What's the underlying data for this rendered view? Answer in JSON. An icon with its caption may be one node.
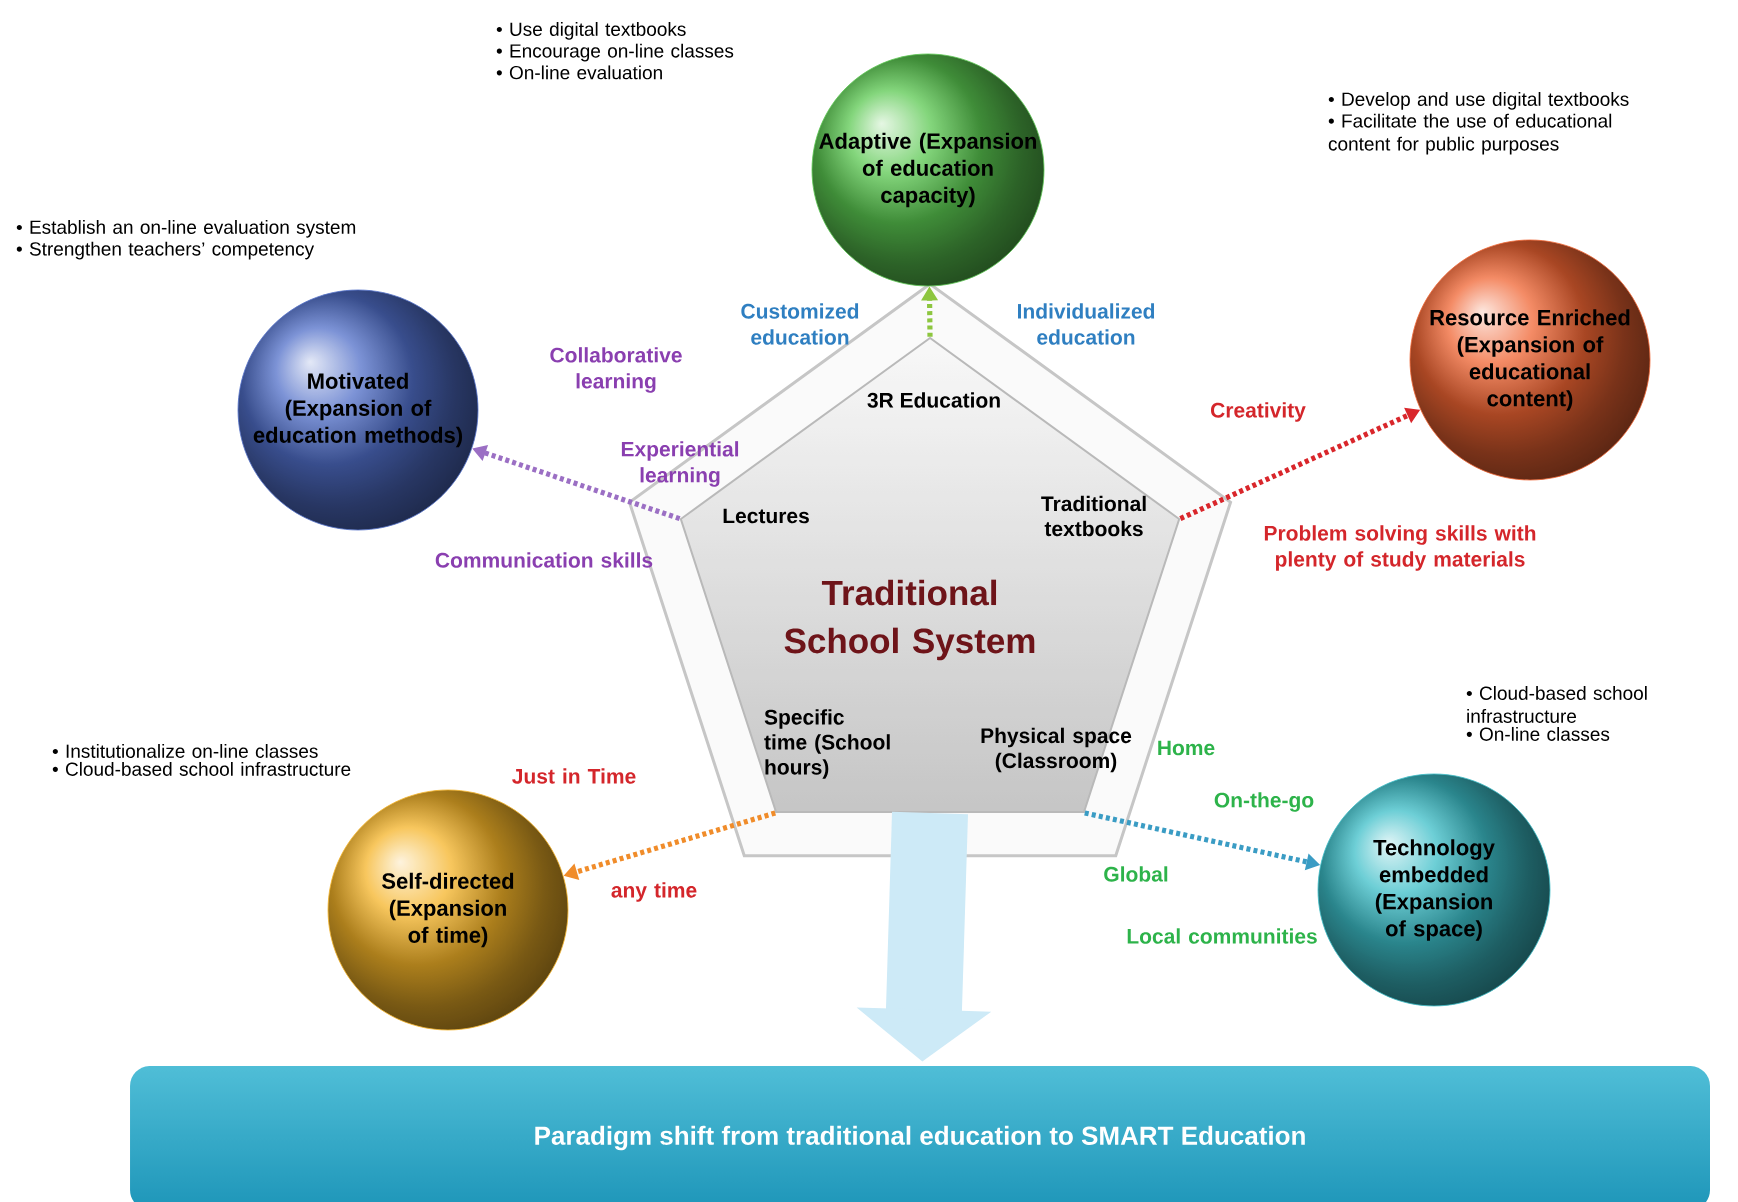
{
  "diagram": {
    "nodes": [
      {
        "text": [
          "3R Education",
          "Lectures",
          "Traditional textbooks",
          "Traditional School System",
          "Specific time (School hours)",
          "Physical space (Classroom)"
        ]
      },
      {
        "text": [
          "Adaptive (Expansion of education capacity)"
        ],
        "beside": [
          "• Use digital textbooks",
          "• Encourage on-line classes",
          "• On-line evaluation"
        ]
      },
      {
        "text": [
          "Motivated (Expansion of education methods)"
        ],
        "beside": [
          "• Establish an on-line evaluation system",
          "• Strengthen teachers’ competency"
        ]
      },
      {
        "text": [
          "Resource Enriched (Expansion of educational content)"
        ],
        "beside": [
          "• Develop and use digital textbooks",
          "• Facilitate the use of educational content for public purposes"
        ]
      },
      {
        "text": [
          "Self-directed (Expansion of time)"
        ],
        "beside": [
          "• Institutionalize on-line classes",
          "• Cloud-based school infrastructure"
        ]
      },
      {
        "text": [
          "Technology embedded (Expansion of space)"
        ],
        "beside": [
          "• Cloud-based school infrastructure",
          "• On-line classes"
        ]
      },
      {
        "text": [
          "Paradigm shift from traditional education to SMART Education"
        ]
      }
    ],
    "edges": [
      {
        "from": 0,
        "to": 1,
        "arrow": "to",
        "style": "dashed",
        "color": "#8dc63f"
      },
      {
        "from": 0,
        "to": 2,
        "arrow": "to",
        "style": "dashed",
        "color": "#9b6fc4"
      },
      {
        "from": 0,
        "to": 3,
        "arrow": "to",
        "style": "dashed",
        "color": "#d9262b"
      },
      {
        "from": 0,
        "to": 4,
        "arrow": "to",
        "style": "dashed",
        "color": "#f08c2a"
      },
      {
        "from": 0,
        "to": 5,
        "arrow": "to",
        "style": "dashed",
        "color": "#3a9cc4"
      },
      {
        "from": 0,
        "to": 6,
        "arrow": "to",
        "style": "thick",
        "color": "#cdeaf7"
      }
    ],
    "labels": [
      "Customized education",
      "Individualized education",
      "Collaborative learning",
      "Experiential learning",
      "Communication skills",
      "Creativity",
      "Problem solving skills with plenty of study materials",
      "Just in Time",
      "any time",
      "Home",
      "On-the-go",
      "Global",
      "Local communities"
    ]
  }
}
